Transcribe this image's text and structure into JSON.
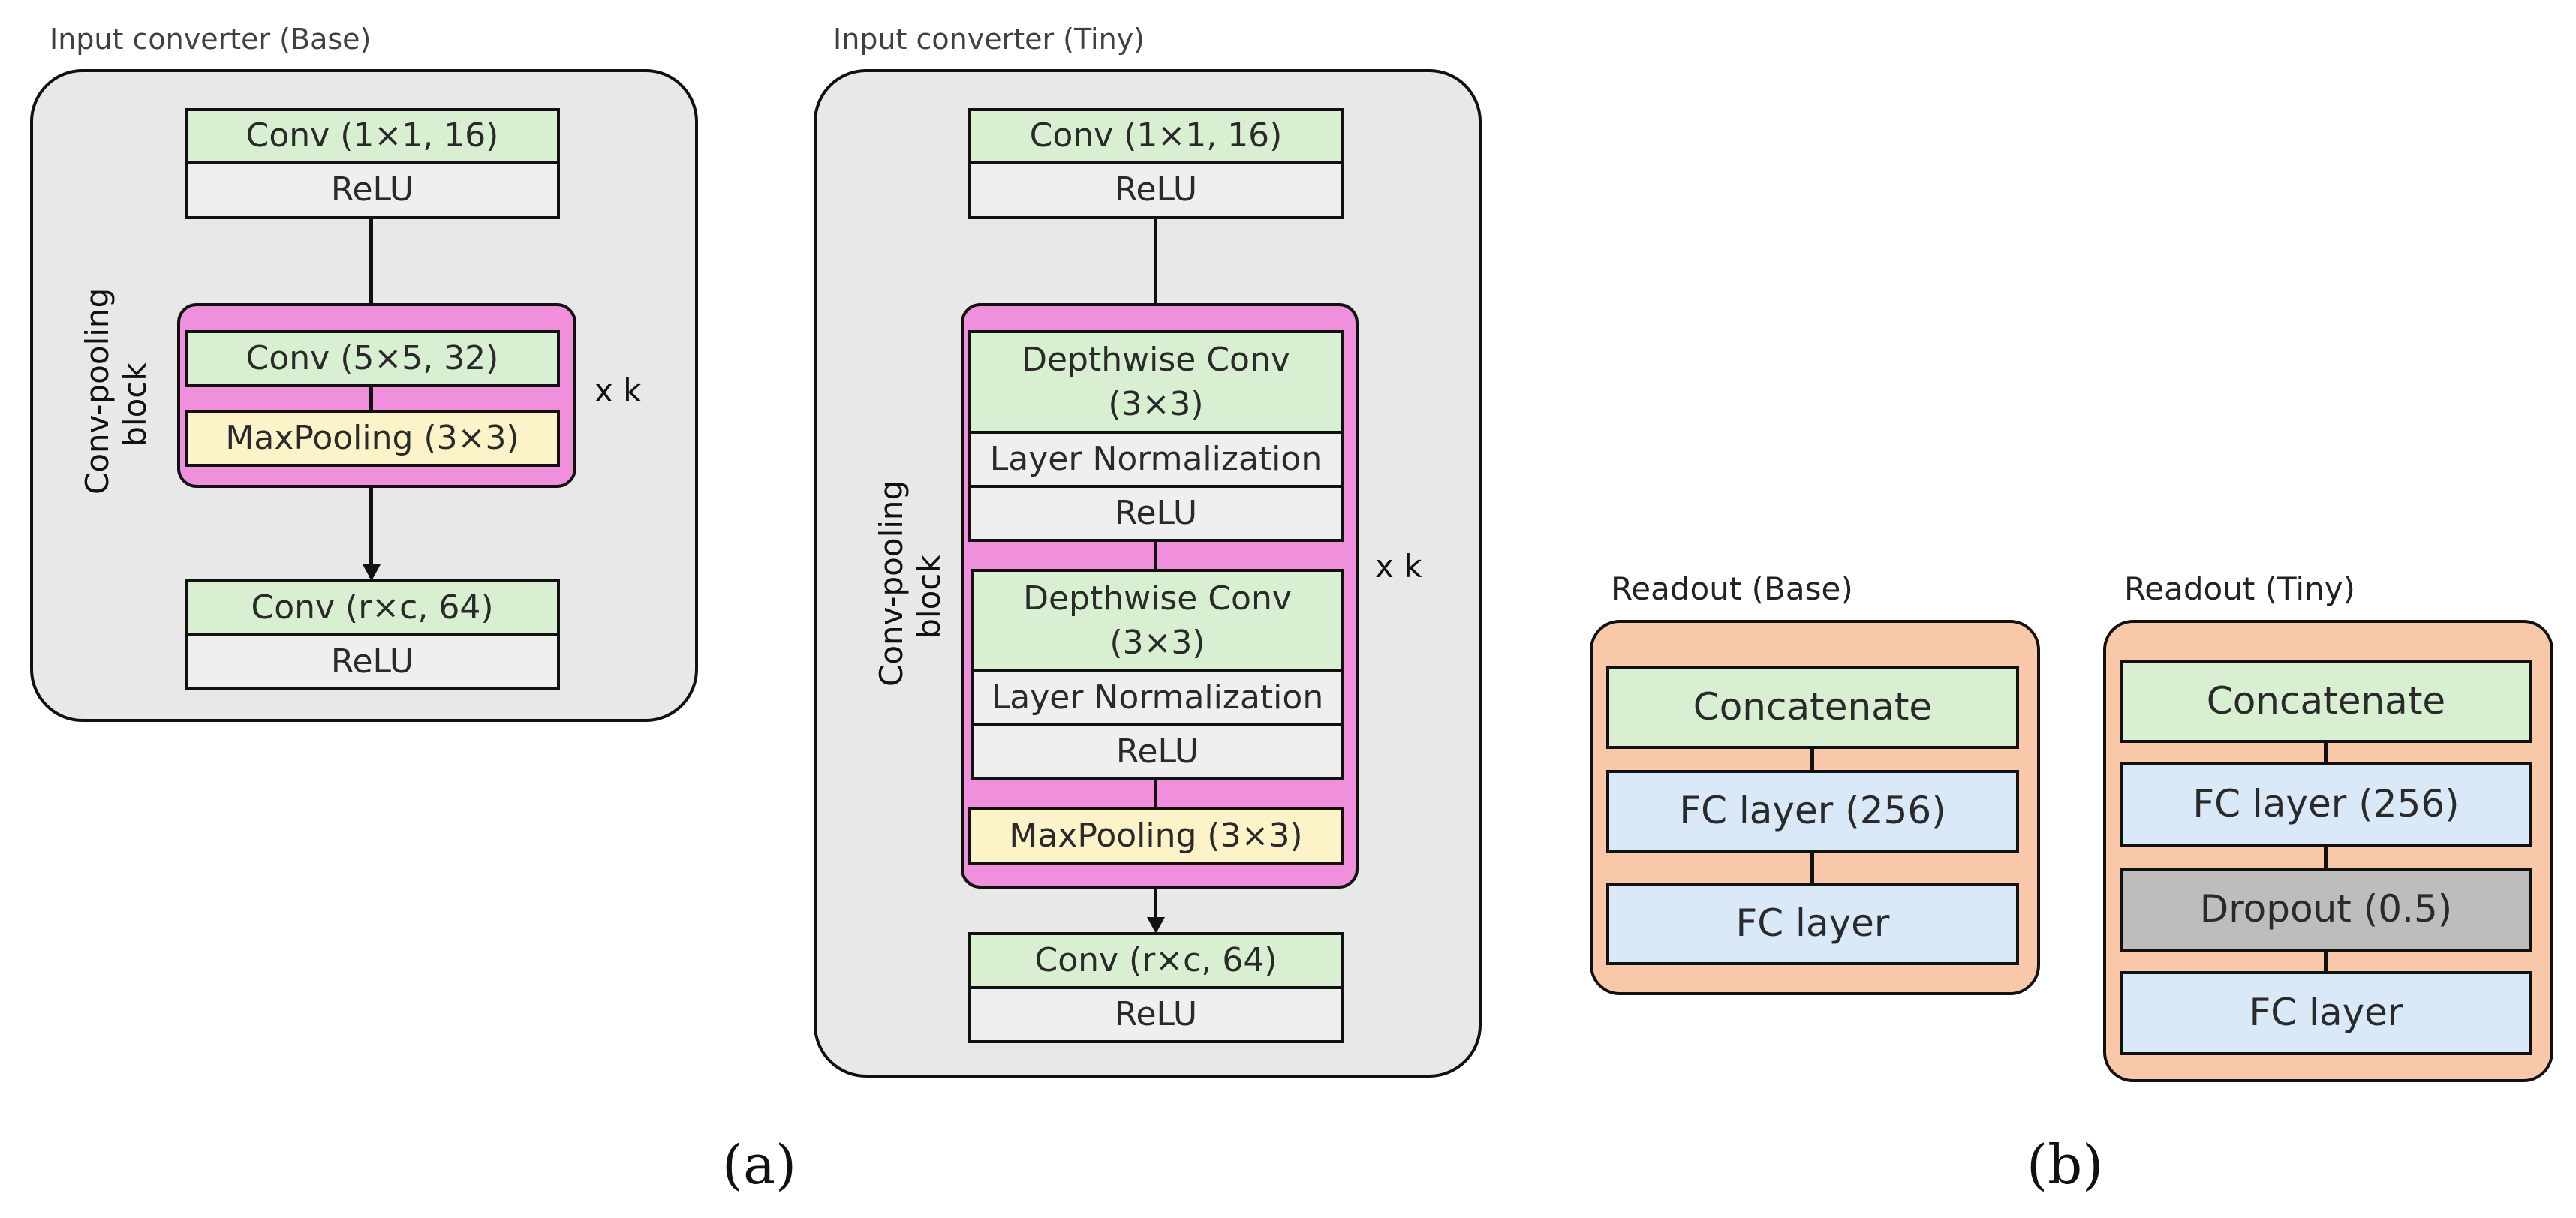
{
  "panel_a": {
    "base": {
      "title": "Input converter (Base)",
      "conv1": "Conv (1×1, 16)",
      "relu1": "ReLU",
      "block_label_line1": "Conv-pooling",
      "block_label_line2": "block",
      "conv2": "Conv (5×5, 32)",
      "pool": "MaxPooling (3×3)",
      "repeat": "x k",
      "conv3": "Conv (r×c, 64)",
      "relu3": "ReLU"
    },
    "tiny": {
      "title": "Input converter (Tiny)",
      "conv1": "Conv (1×1, 16)",
      "relu1": "ReLU",
      "block_label_line1": "Conv-pooling",
      "block_label_line2": "block",
      "dw1_line1": "Depthwise Conv",
      "dw1_line2": "(3×3)",
      "ln1": "Layer Normalization",
      "relu_a": "ReLU",
      "dw2_line1": "Depthwise Conv",
      "dw2_line2": "(3×3)",
      "ln2": "Layer Normalization",
      "relu_b": "ReLU",
      "pool": "MaxPooling (3×3)",
      "repeat": "x k",
      "conv3": "Conv (r×c, 64)",
      "relu3": "ReLU"
    },
    "label": "(a)"
  },
  "panel_b": {
    "base": {
      "title": "Readout (Base)",
      "concat": "Concatenate",
      "fc1": "FC layer (256)",
      "fc2": "FC layer"
    },
    "tiny": {
      "title": "Readout (Tiny)",
      "concat": "Concatenate",
      "fc1": "FC layer (256)",
      "dropout": "Dropout (0.5)",
      "fc2": "FC layer"
    },
    "label": "(b)"
  },
  "colors": {
    "conv": "#d9efd2",
    "activation": "#efefef",
    "pooling": "#fdf3c9",
    "block": "#f08fdb",
    "converter_bg": "#e8e8e8",
    "readout_bg": "#f8c8a8",
    "fc": "#d9e9f7",
    "dropout": "#bdbdbd"
  }
}
